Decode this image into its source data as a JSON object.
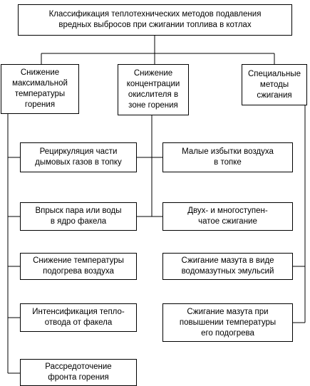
{
  "title": "Классификация теплотехнических методов подавления\nвредных выбросов при сжигании топлива в котлах",
  "categories": [
    {
      "label": "Снижение\nмаксимальной\nтемпературы\nгорения",
      "methods": [
        "Рециркуляция части\nдымовых газов в топку",
        "Впрыск пара или воды\nв ядро факела",
        "Снижение температуры\nподогрева воздуха",
        "Интенсификация тепло-\nотвода от факела",
        "Рассредоточение\nфронта горения"
      ]
    },
    {
      "label": "Снижение\nконцентрации\nокислителя в\nзоне горения",
      "methods": [
        "Малые избытки воздуха\nв топке",
        "Двух- и многоступен-\nчатое сжигание"
      ]
    },
    {
      "label": "Специальные\nметоды\nсжигания",
      "methods": [
        "Сжигание мазута в виде\nводомазутных эмульсий",
        "Сжигание мазута при\nповышении температуры\nего подогрева"
      ]
    }
  ],
  "cross_links": [
    {
      "from": "Снижение\nконцентрации\nокислителя в\nзоне горения",
      "to": "Рециркуляция части\nдымовых газов в топку"
    },
    {
      "from": "Снижение\nконцентрации\nокислителя в\nзоне горения",
      "to": "Впрыск пара или воды\nв ядро факела"
    }
  ],
  "colors": {
    "line": "#000000",
    "box_border": "#000000",
    "background": "#ffffff"
  }
}
